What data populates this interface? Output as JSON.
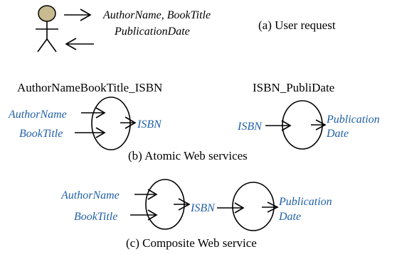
{
  "part_a": {
    "inputs_line1": "AuthorName, BookTitle",
    "inputs_line2": "PublicationDate",
    "caption": "(a) User request"
  },
  "part_b": {
    "service1": {
      "name": "AuthorNameBookTitle_ISBN",
      "input1": "AuthorName",
      "input2": "BookTitle",
      "output": "ISBN"
    },
    "service2": {
      "name": "ISBN_PubliDate",
      "input": "ISBN",
      "output_line1": "Publication",
      "output_line2": "Date"
    },
    "caption": "(b) Atomic Web services"
  },
  "part_c": {
    "input1": "AuthorName",
    "input2": "BookTitle",
    "intermediate": "ISBN",
    "output_line1": "Publication",
    "output_line2": "Date",
    "caption": "(c) Composite Web service"
  },
  "colors": {
    "parameter_text": "#1f5fa8",
    "person_head_fill": "#c8bb8f"
  }
}
